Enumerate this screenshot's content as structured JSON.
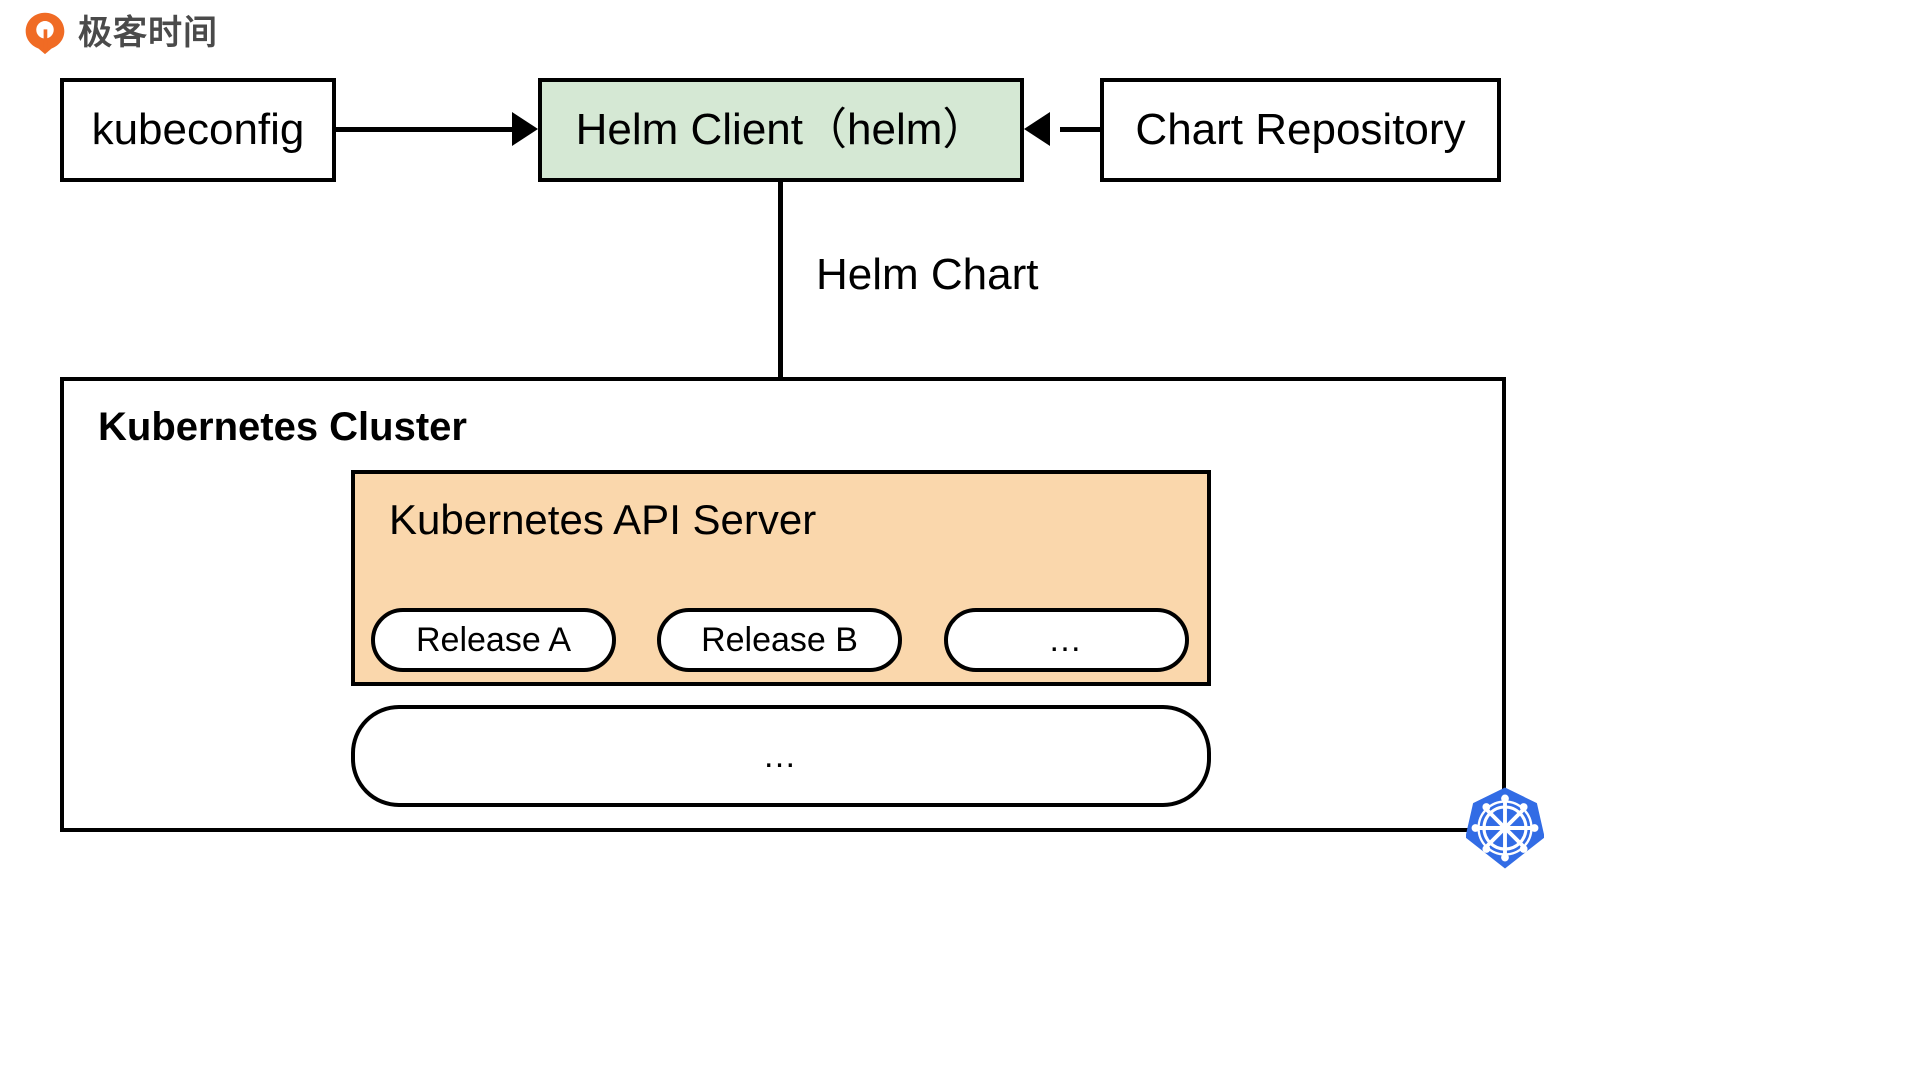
{
  "brand": {
    "name": "极客时间",
    "logo_icon": "geektime-logo-icon",
    "logo_color": "#f06b24"
  },
  "diagram": {
    "title": "Helm architecture",
    "nodes": {
      "kubeconfig": {
        "label": "kubeconfig",
        "fill": "#ffffff",
        "stroke": "#000000"
      },
      "helm_client": {
        "label": "Helm Client（helm）",
        "fill": "#d5e8d4",
        "stroke": "#000000"
      },
      "chart_repository": {
        "label": "Chart Repository",
        "fill": "#ffffff",
        "stroke": "#000000"
      },
      "cluster": {
        "label": "Kubernetes Cluster",
        "fill": "#ffffff",
        "stroke": "#000000"
      },
      "api_server": {
        "label": "Kubernetes API Server",
        "fill": "#fad7ac",
        "stroke": "#000000"
      },
      "release_a": {
        "label": "Release A",
        "fill": "#ffffff",
        "stroke": "#000000"
      },
      "release_b": {
        "label": "Release B",
        "fill": "#ffffff",
        "stroke": "#000000"
      },
      "release_more": {
        "label": "…",
        "fill": "#ffffff",
        "stroke": "#000000"
      },
      "resources_more": {
        "label": "…",
        "fill": "#ffffff",
        "stroke": "#000000"
      }
    },
    "edges": {
      "kubeconfig_to_helm": {
        "label": "",
        "direction": "right",
        "icon": "arrow-right-icon"
      },
      "repo_to_helm": {
        "label": "",
        "direction": "left",
        "icon": "arrow-left-icon"
      },
      "helm_to_apiserver": {
        "label": "Helm Chart",
        "direction": "down",
        "icon": "arrow-down-icon"
      }
    },
    "badge": {
      "name": "kubernetes-logo-icon",
      "fill": "#326ce5",
      "glyph": "#ffffff"
    }
  }
}
